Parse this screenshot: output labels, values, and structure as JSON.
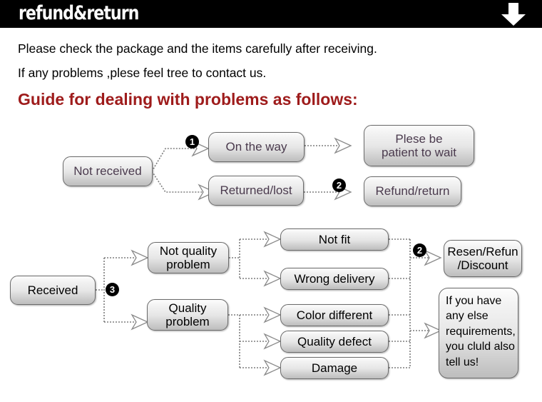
{
  "header": {
    "title": "refund&return",
    "arrow_icon": "down-arrow-icon",
    "background_color": "#000000",
    "title_color": "#ffffff"
  },
  "intro": {
    "line1": "Please check the package and the items carefully after receiving.",
    "line2": "If any problems ,plese feel tree to contact us."
  },
  "guide": {
    "heading": "Guide for dealing with problems as follows:",
    "heading_color": "#9e1b1b"
  },
  "flow_top": {
    "start": "Not received",
    "branches": [
      {
        "bullet": "1",
        "middle": "On the way",
        "result": "Plese be\npatient to wait"
      },
      {
        "bullet": "2",
        "middle": "Returned/lost",
        "result": "Refund/return"
      }
    ],
    "nodes": {
      "not_received": "Not received",
      "on_the_way": "On the way",
      "returned_lost": "Returned/lost",
      "please_wait_line1": "Plese be",
      "please_wait_line2": "patient to wait",
      "refund_return": "Refund/return"
    },
    "bullets": {
      "one": "1",
      "two": "2"
    }
  },
  "flow_bottom": {
    "nodes": {
      "received": "Received",
      "not_quality_line1": "Not quality",
      "not_quality_line2": "problem",
      "quality_line1": "Quality",
      "quality_line2": "problem",
      "not_fit": "Not fit",
      "wrong_delivery": "Wrong delivery",
      "color_different": "Color different",
      "quality_defect": "Quality defect",
      "damage": "Damage",
      "resend_line1": "Resen/Refun",
      "resend_line2": "/Discount",
      "else_requirements": "If you have any else requirements, you cluld also tell us!"
    },
    "bullets": {
      "three": "3",
      "two": "2"
    }
  },
  "colors": {
    "node_border": "#6b6b6b",
    "node_text_dark": "#000000",
    "node_text_purple": "#4a3a4d",
    "connector": "#7d7d7d",
    "bullet_fill": "#000000",
    "page_background": "#ffffff"
  }
}
